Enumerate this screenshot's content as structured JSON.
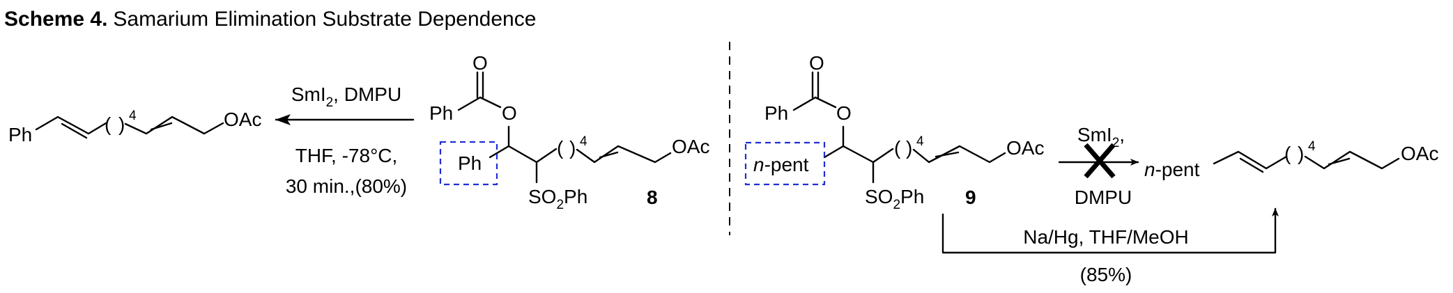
{
  "title": {
    "bold": "Scheme 4.",
    "text": "Samarium Elimination Substrate Dependence"
  },
  "left": {
    "product": {
      "left_group": "Ph",
      "repeat": "4",
      "end_group": "OAc"
    },
    "reagents_top": {
      "main": "SmI",
      "sub": "2",
      "rest": ", DMPU"
    },
    "conditions_line1": "THF, -78°C,",
    "conditions_line2": "30 min.,(80%)",
    "substrate": {
      "carbonyl_o": "O",
      "ph_acyl": "Ph",
      "ester_o": "O",
      "highlighted_group": "Ph",
      "repeat": "4",
      "end_group": "OAc",
      "sulfone": {
        "a": "SO",
        "sub": "2",
        "b": "Ph"
      },
      "compound_number": "8"
    }
  },
  "right": {
    "substrate": {
      "carbonyl_o": "O",
      "ph_acyl": "Ph",
      "ester_o": "O",
      "highlighted_group_italic": "n",
      "highlighted_group_rest": "-pent",
      "repeat": "4",
      "end_group": "OAc",
      "sulfone": {
        "a": "SO",
        "sub": "2",
        "b": "Ph"
      },
      "compound_number": "9"
    },
    "failed_reagents_top": {
      "main": "SmI",
      "sub": "2",
      "rest": ","
    },
    "failed_reagents_bottom": "DMPU",
    "product": {
      "left_italic": "n",
      "left_rest": "-pent",
      "repeat": "4",
      "end_group": "OAc"
    },
    "alt_conditions": "Na/Hg, THF/MeOH",
    "alt_yield": "(85%)"
  },
  "colors": {
    "highlight_box": "#1f2fd0"
  }
}
